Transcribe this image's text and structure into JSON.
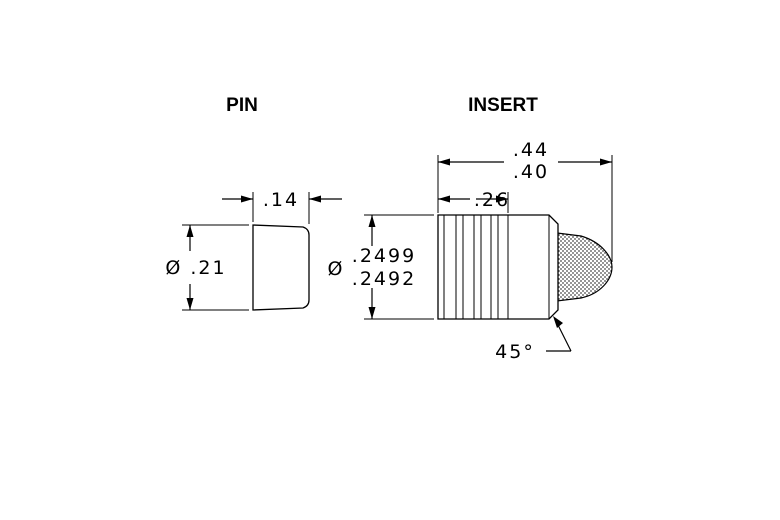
{
  "pin": {
    "title": "PIN",
    "width_dim": ".14",
    "diameter_dim": "Ø .21"
  },
  "insert": {
    "title": "INSERT",
    "overall_length_max": ".44",
    "overall_length_min": ".40",
    "body_length": ".26",
    "diameter_symbol": "Ø",
    "diameter_max": ".2499",
    "diameter_min": ".2492",
    "chamfer_angle": "45°"
  },
  "colors": {
    "line": "#000000",
    "stipple": "#4a4a4a",
    "background": "#ffffff"
  }
}
